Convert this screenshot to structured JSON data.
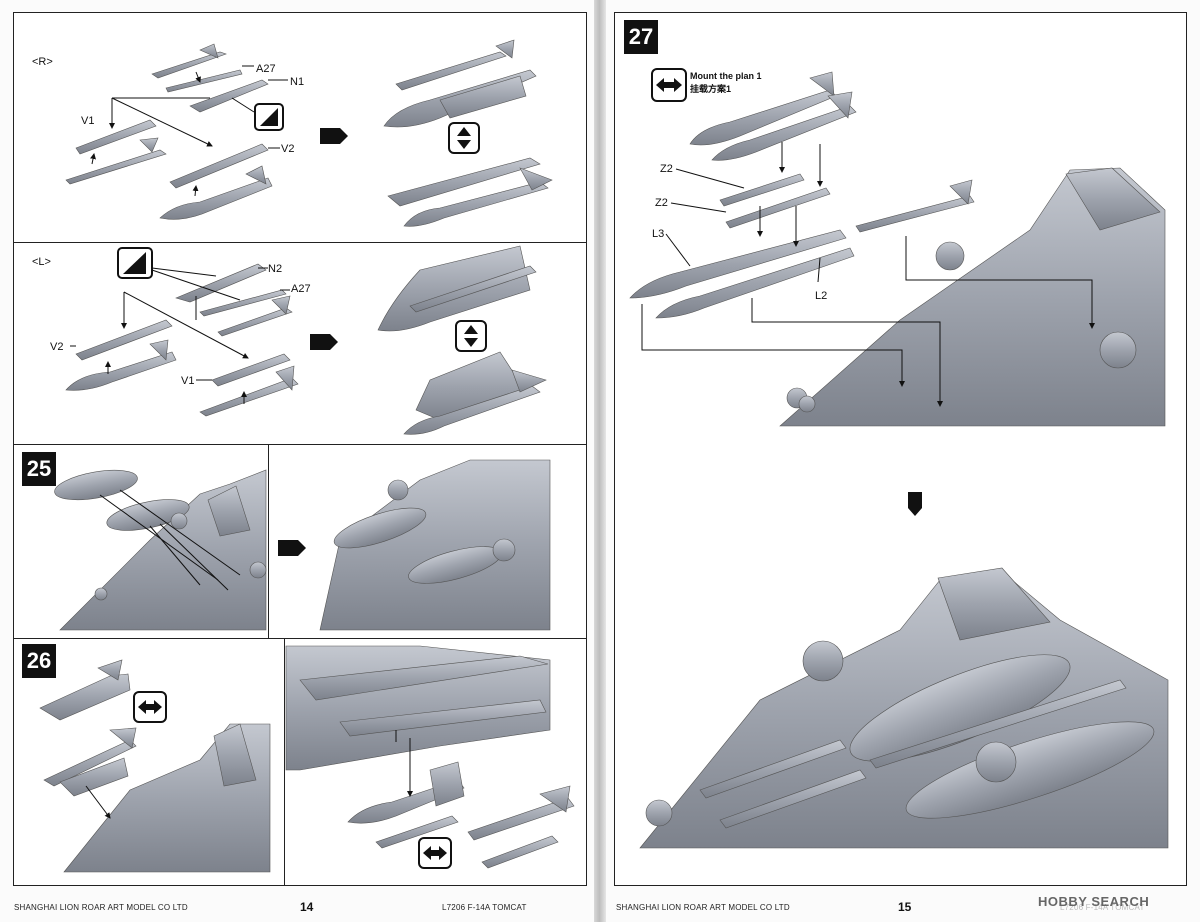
{
  "left_page": {
    "panel_right_label": "<R>",
    "panel_left_label": "<L>",
    "labels_R": {
      "a27": "A27",
      "n1": "N1",
      "v1": "V1",
      "v2": "V2"
    },
    "labels_L": {
      "n2": "N2",
      "a27": "A27",
      "v2": "V2",
      "v1": "V1"
    },
    "step_25": "25",
    "step_26": "26",
    "footer_company": "SHANGHAI LION ROAR ART MODEL CO LTD",
    "page_number": "14",
    "footer_model": "L7206   F-14A   TOMCAT"
  },
  "right_page": {
    "step_27": "27",
    "mount_en": "Mount the plan 1",
    "mount_cn": "挂载方案1",
    "labels": {
      "z2a": "Z2",
      "z2b": "Z2",
      "l3": "L3",
      "l2": "L2"
    },
    "footer_company": "SHANGHAI LION ROAR ART MODEL CO LTD",
    "page_number": "15",
    "footer_model": "L7206   F-14A   TOMCAT"
  },
  "watermark": "HOBBY SEARCH",
  "colors": {
    "model_gray": "#9ea3ad",
    "model_dark": "#7d828c",
    "line": "#111111"
  }
}
